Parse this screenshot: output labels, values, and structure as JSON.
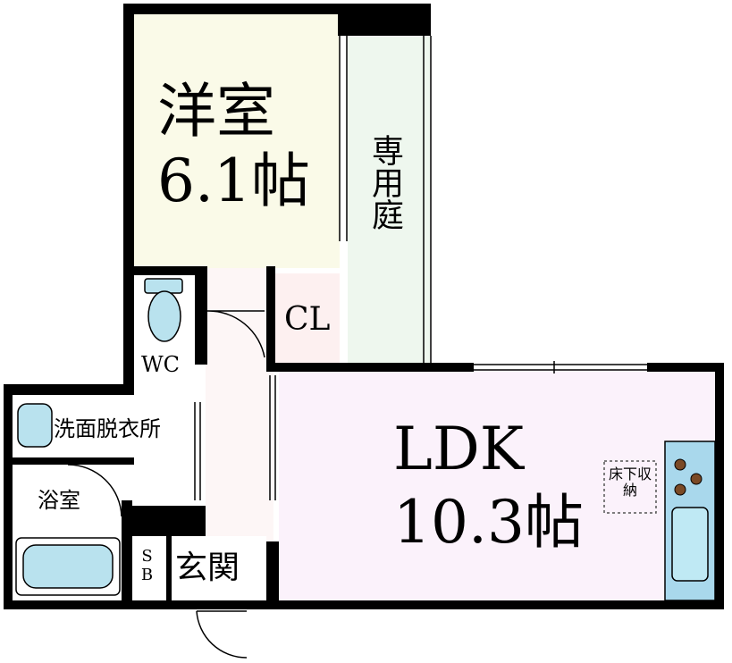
{
  "rooms": {
    "western_room": {
      "name": "洋室",
      "size": "6.1帖"
    },
    "private_garden": "専用庭",
    "closet": "CL",
    "toilet": "WC",
    "washroom": "洗面脱衣所",
    "bathroom": "浴室",
    "ldk": {
      "name": "LDK",
      "size": "10.3帖"
    },
    "underfloor_storage": "床下収納",
    "shoe_box": "SB",
    "entrance": "玄関"
  },
  "colors": {
    "wall": "#000000",
    "western_room_floor": "#fafae8",
    "garden_floor": "#eef7ee",
    "closet_floor": "#fdf0f0",
    "ldk_floor": "#fbf2fb",
    "hall_floor": "#fdf6f6",
    "wet_area_floor": "#ffffff",
    "fixture_fill": "#b9e2ee",
    "kitchen_counter": "#a9d8ec",
    "burner": "#7b4a26"
  },
  "icons": [
    "toilet-icon",
    "washbasin-icon",
    "bathtub-icon",
    "kitchen-sink-icon",
    "stove-burner-icon"
  ]
}
